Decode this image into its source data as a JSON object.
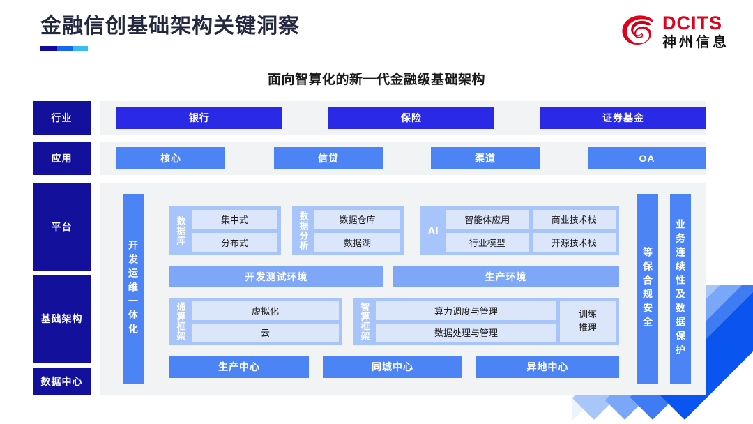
{
  "header": {
    "title": "金融信创基础架构关键洞察",
    "rule_colors": [
      "#120a9e",
      "#1566f0",
      "#3bbcf0"
    ],
    "logo": {
      "en": "DCITS",
      "cn": "神州信息",
      "color": "#e2001a"
    }
  },
  "subtitle": "面向智算化的新一代金融级基础架构",
  "sidebar": {
    "items": [
      {
        "label": "行业"
      },
      {
        "label": "应用"
      },
      {
        "label": "平台"
      },
      {
        "label": "基础架构"
      },
      {
        "label": "数据中心"
      }
    ]
  },
  "industry": {
    "items": [
      {
        "label": "银行"
      },
      {
        "label": "保险"
      },
      {
        "label": "证券基金"
      }
    ]
  },
  "application": {
    "items": [
      {
        "label": "核心"
      },
      {
        "label": "信贷"
      },
      {
        "label": "渠道"
      },
      {
        "label": "OA"
      }
    ]
  },
  "platform": {
    "vertical_bars": {
      "devops": "开发运维一体化",
      "security": "等保合规安全",
      "continuity": "业务连续性及数据保护"
    },
    "groups": [
      {
        "key": "database",
        "label": "数据库",
        "cells": [
          "集中式",
          "分布式"
        ]
      },
      {
        "key": "data_analysis",
        "label": "数据分析",
        "cells": [
          "数据仓库",
          "数据湖"
        ]
      },
      {
        "key": "ai",
        "label": "AI",
        "cells": [
          "智能体应用",
          "商业技术栈",
          "行业模型",
          "开源技术栈"
        ]
      }
    ],
    "environments": [
      "开发测试环境",
      "生产环境"
    ],
    "general_compute": {
      "label": "通算框架",
      "cells": [
        "虚拟化",
        "云"
      ]
    },
    "intelligent_compute": {
      "label": "智算框架",
      "cells": [
        "算力调度与管理",
        "数据处理与管理"
      ],
      "side": {
        "line1": "训练",
        "line2": "推理"
      }
    },
    "data_centers": [
      "生产中心",
      "同城中心",
      "异地中心"
    ]
  },
  "colors": {
    "navy": "#13119c",
    "industry_blue": "#2a2ae6",
    "app_blue": "#4c84f6",
    "band_gray": "#f2f3f5",
    "group_blue": "#a8c5fb",
    "cell_blue": "#dbe6fb",
    "env_blue": "#7ea7f7"
  }
}
